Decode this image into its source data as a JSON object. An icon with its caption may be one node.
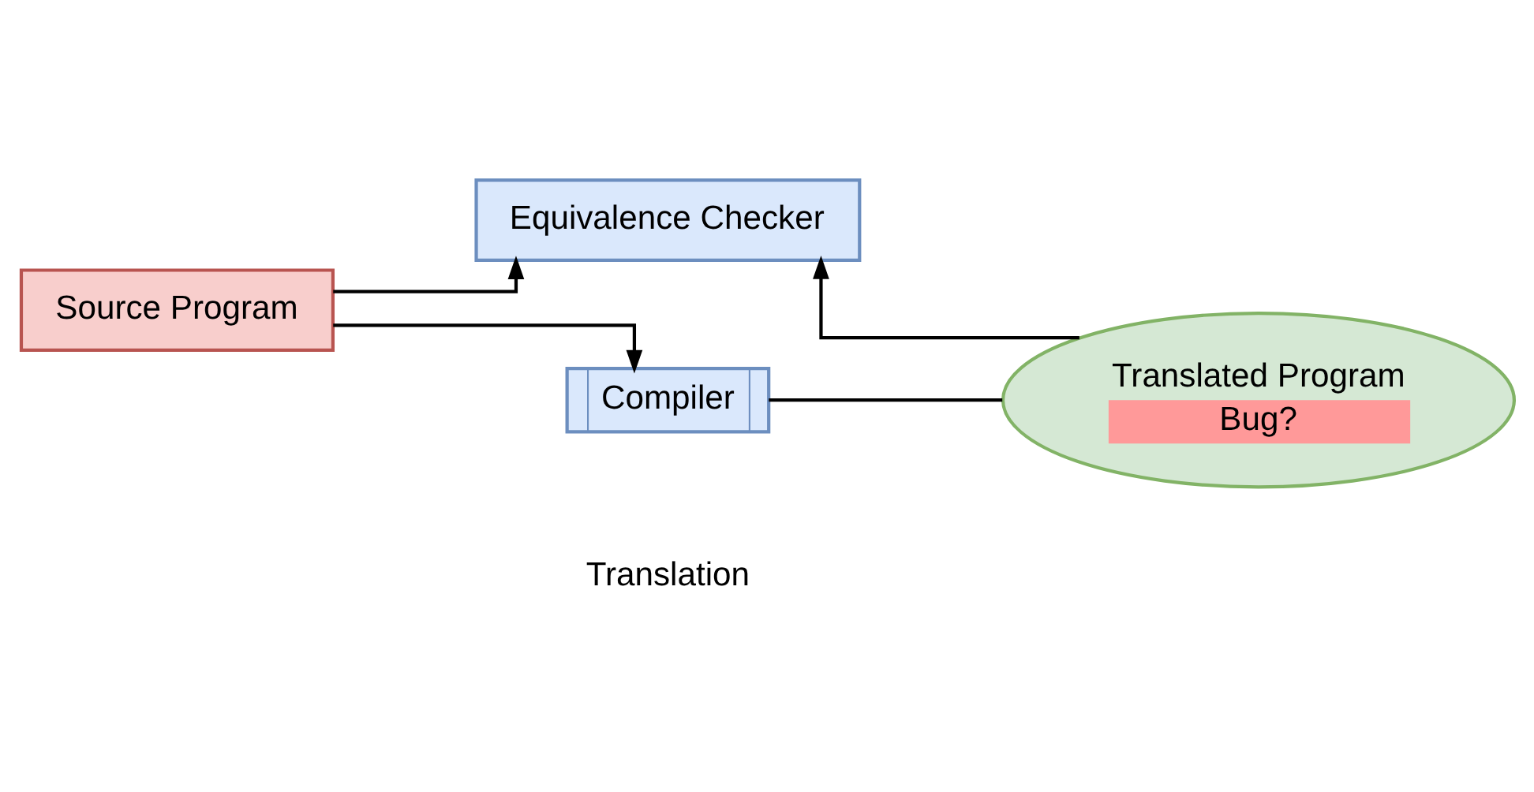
{
  "diagram": {
    "nodes": [
      {
        "text": [
          "Equivalence Checker"
        ]
      },
      {
        "text": [
          "Source Program"
        ]
      },
      {
        "text": [
          "Compiler"
        ]
      },
      {
        "text": [
          "Translated Program",
          "Bug?"
        ]
      }
    ],
    "edges": [
      {
        "from": 1,
        "to": 0,
        "arrow": "to"
      },
      {
        "from": 1,
        "to": 2,
        "arrow": "to"
      },
      {
        "from": 2,
        "to": 3,
        "arrow": "none"
      },
      {
        "from": 3,
        "to": 0,
        "arrow": "to"
      }
    ],
    "labels": [
      "Translation"
    ]
  }
}
